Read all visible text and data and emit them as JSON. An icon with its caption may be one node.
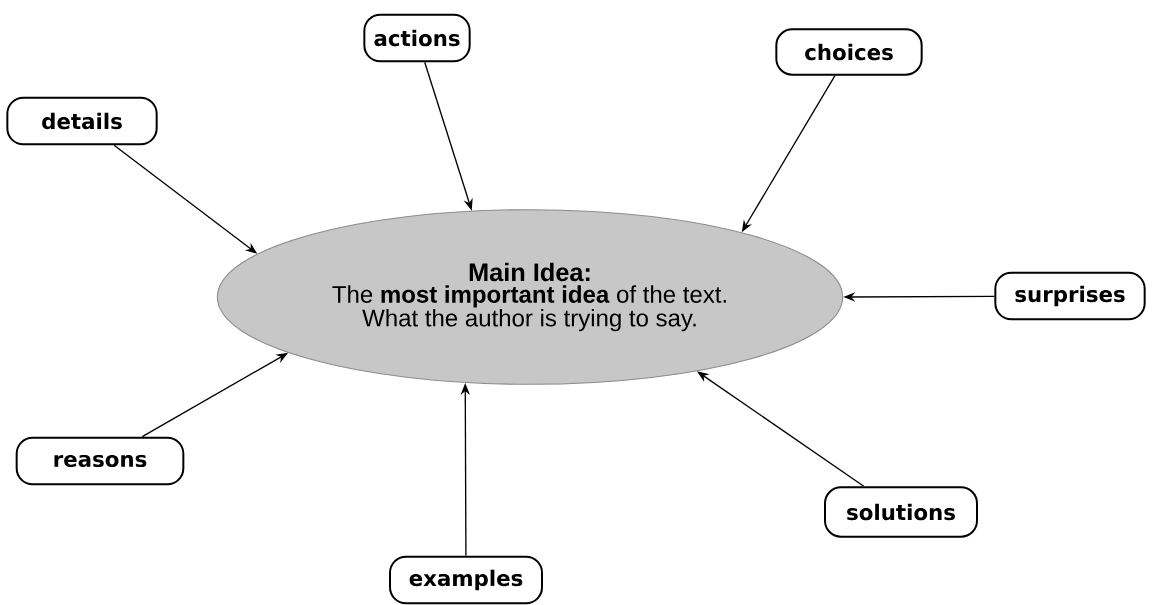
{
  "diagram": {
    "nodes": [
      {
        "text": [
          "Main Idea:",
          "The **most important idea** of the text. What the author is trying to say."
        ]
      },
      {
        "text": [
          "actions"
        ]
      },
      {
        "text": [
          "choices"
        ]
      },
      {
        "text": [
          "details"
        ]
      },
      {
        "text": [
          "surprises"
        ]
      },
      {
        "text": [
          "reasons"
        ]
      },
      {
        "text": [
          "solutions"
        ]
      },
      {
        "text": [
          "examples"
        ]
      }
    ],
    "edges": [
      {
        "from": 1,
        "to": 0,
        "arrow": "to"
      },
      {
        "from": 2,
        "to": 0,
        "arrow": "to"
      },
      {
        "from": 3,
        "to": 0,
        "arrow": "to"
      },
      {
        "from": 4,
        "to": 0,
        "arrow": "to"
      },
      {
        "from": 5,
        "to": 0,
        "arrow": "to"
      },
      {
        "from": 6,
        "to": 0,
        "arrow": "to"
      },
      {
        "from": 7,
        "to": 0,
        "arrow": "to"
      }
    ]
  }
}
